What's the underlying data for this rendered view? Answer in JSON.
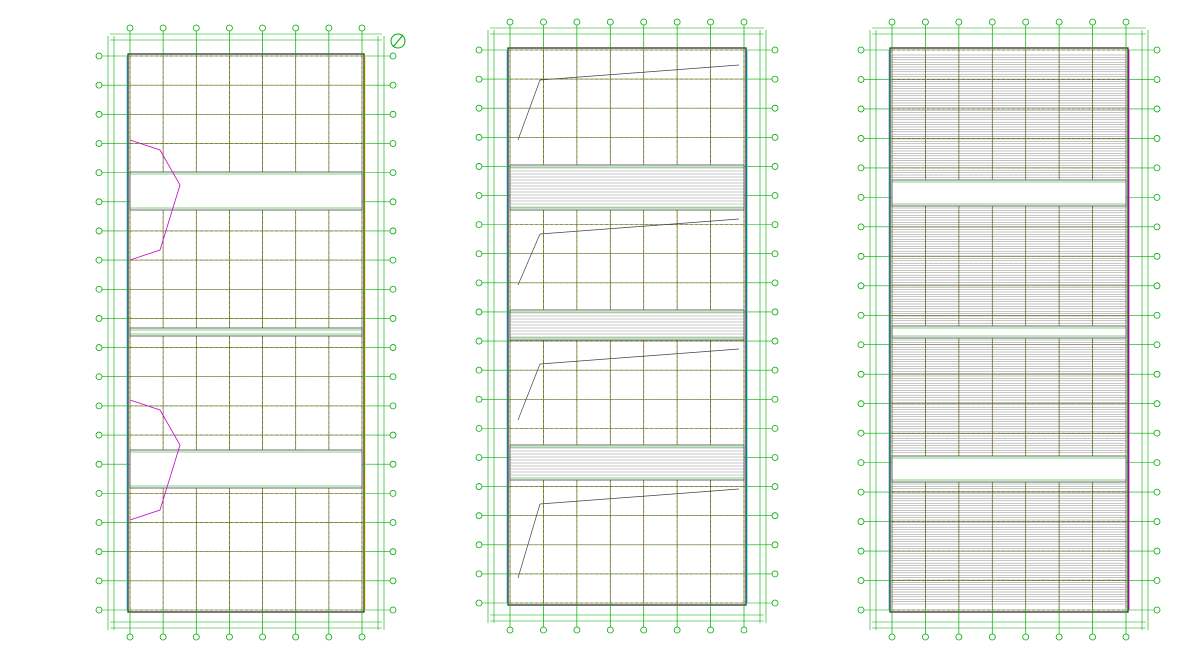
{
  "drawing": {
    "top_caption": "",
    "colors": {
      "grid_axis": "#00aa00",
      "column_line": "#cc2222",
      "wall": "#444444",
      "outer_frame": "#222222",
      "accent_cyan": "#00bbdd",
      "accent_magenta": "#cc00cc",
      "accent_yellow": "#dddd00"
    },
    "plans": [
      {
        "name": "plan-left",
        "title": "",
        "notes": []
      },
      {
        "name": "plan-middle",
        "title": ""
      },
      {
        "name": "plan-right",
        "title": ""
      }
    ]
  }
}
